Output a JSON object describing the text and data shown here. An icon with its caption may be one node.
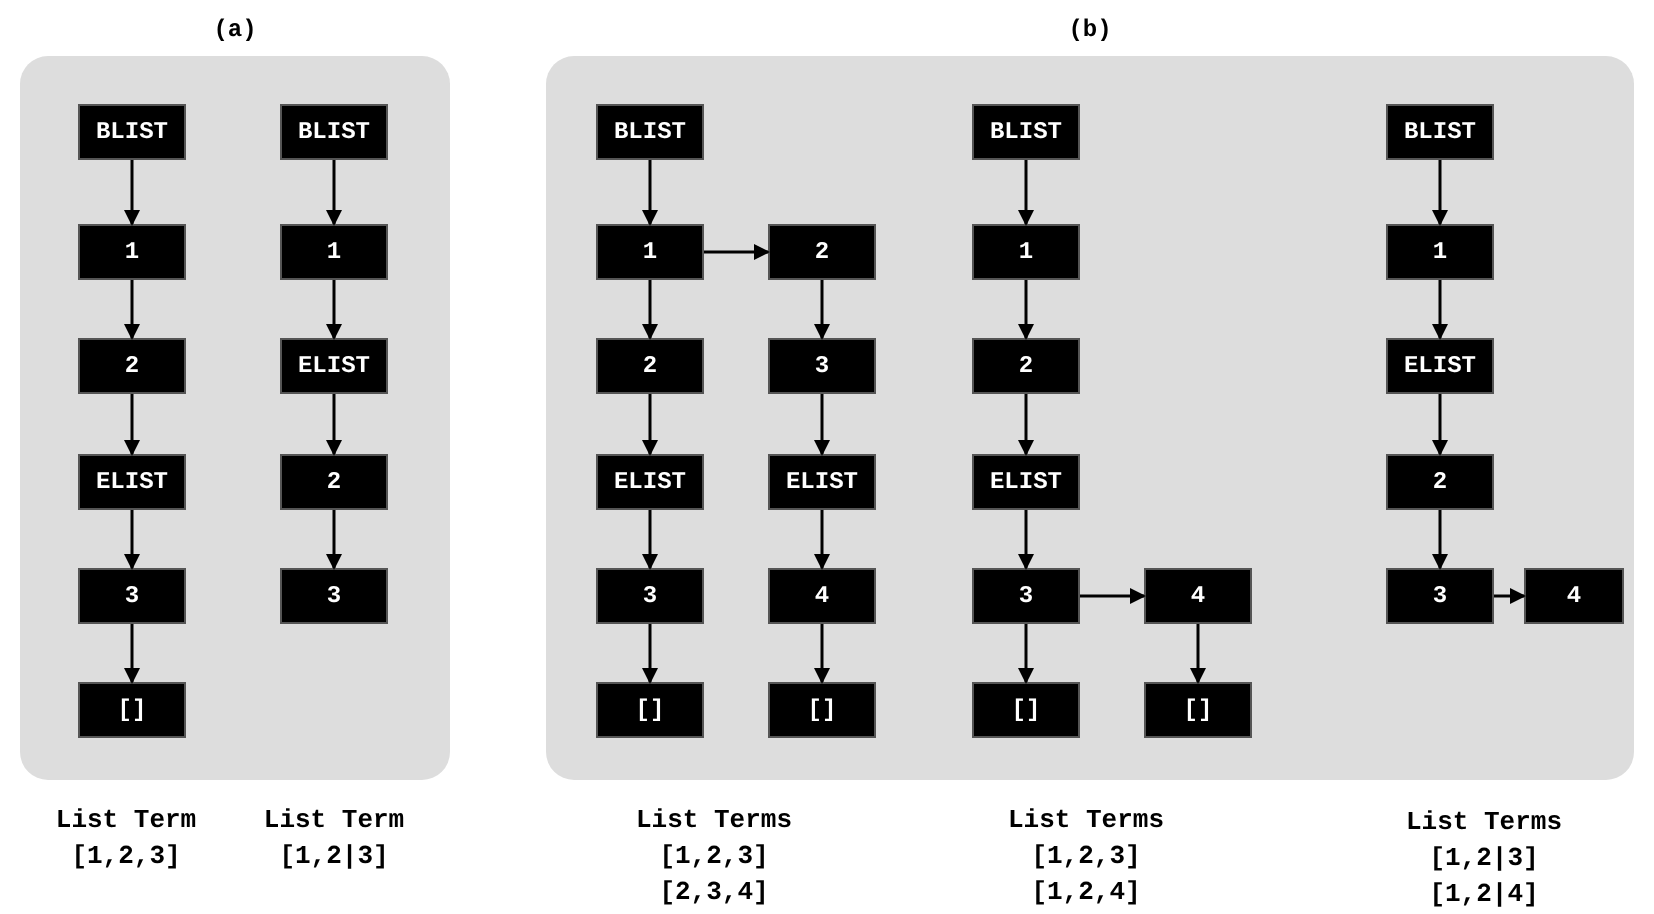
{
  "diagram": {
    "nodes": [
      {
        "text": [
          "(a)"
        ]
      },
      {
        "text": [
          "(b)"
        ]
      },
      {
        "text": [
          "BLIST"
        ],
        "in": 0
      },
      {
        "text": [
          "1"
        ],
        "in": 0
      },
      {
        "text": [
          "2"
        ],
        "in": 0
      },
      {
        "text": [
          "ELIST"
        ],
        "in": 0
      },
      {
        "text": [
          "3"
        ],
        "in": 0
      },
      {
        "text": [
          "[]"
        ],
        "in": 0
      },
      {
        "text": [
          "BLIST"
        ],
        "in": 0
      },
      {
        "text": [
          "1"
        ],
        "in": 0
      },
      {
        "text": [
          "ELIST"
        ],
        "in": 0
      },
      {
        "text": [
          "2"
        ],
        "in": 0
      },
      {
        "text": [
          "3"
        ],
        "in": 0
      },
      {
        "text": [
          "BLIST"
        ],
        "in": 1
      },
      {
        "text": [
          "1"
        ],
        "in": 1
      },
      {
        "text": [
          "2"
        ],
        "in": 1
      },
      {
        "text": [
          "ELIST"
        ],
        "in": 1
      },
      {
        "text": [
          "3"
        ],
        "in": 1
      },
      {
        "text": [
          "[]"
        ],
        "in": 1
      },
      {
        "text": [
          "2"
        ],
        "in": 1
      },
      {
        "text": [
          "3"
        ],
        "in": 1
      },
      {
        "text": [
          "ELIST"
        ],
        "in": 1
      },
      {
        "text": [
          "4"
        ],
        "in": 1
      },
      {
        "text": [
          "[]"
        ],
        "in": 1
      },
      {
        "text": [
          "BLIST"
        ],
        "in": 1
      },
      {
        "text": [
          "1"
        ],
        "in": 1
      },
      {
        "text": [
          "2"
        ],
        "in": 1
      },
      {
        "text": [
          "ELIST"
        ],
        "in": 1
      },
      {
        "text": [
          "3"
        ],
        "in": 1
      },
      {
        "text": [
          "[]"
        ],
        "in": 1
      },
      {
        "text": [
          "4"
        ],
        "in": 1
      },
      {
        "text": [
          "[]"
        ],
        "in": 1
      },
      {
        "text": [
          "BLIST"
        ],
        "in": 1
      },
      {
        "text": [
          "1"
        ],
        "in": 1
      },
      {
        "text": [
          "ELIST"
        ],
        "in": 1
      },
      {
        "text": [
          "2"
        ],
        "in": 1
      },
      {
        "text": [
          "3"
        ],
        "in": 1
      },
      {
        "text": [
          "4"
        ],
        "in": 1
      }
    ],
    "edges": [
      {
        "from": 2,
        "to": 3,
        "arrow": "to"
      },
      {
        "from": 3,
        "to": 4,
        "arrow": "to"
      },
      {
        "from": 4,
        "to": 5,
        "arrow": "to"
      },
      {
        "from": 5,
        "to": 6,
        "arrow": "to"
      },
      {
        "from": 6,
        "to": 7,
        "arrow": "to"
      },
      {
        "from": 8,
        "to": 9,
        "arrow": "to"
      },
      {
        "from": 9,
        "to": 10,
        "arrow": "to"
      },
      {
        "from": 10,
        "to": 11,
        "arrow": "to"
      },
      {
        "from": 11,
        "to": 12,
        "arrow": "to"
      },
      {
        "from": 13,
        "to": 14,
        "arrow": "to"
      },
      {
        "from": 14,
        "to": 15,
        "arrow": "to"
      },
      {
        "from": 15,
        "to": 16,
        "arrow": "to"
      },
      {
        "from": 16,
        "to": 17,
        "arrow": "to"
      },
      {
        "from": 17,
        "to": 18,
        "arrow": "to"
      },
      {
        "from": 14,
        "to": 19,
        "arrow": "to"
      },
      {
        "from": 19,
        "to": 20,
        "arrow": "to"
      },
      {
        "from": 20,
        "to": 21,
        "arrow": "to"
      },
      {
        "from": 21,
        "to": 22,
        "arrow": "to"
      },
      {
        "from": 22,
        "to": 23,
        "arrow": "to"
      },
      {
        "from": 24,
        "to": 25,
        "arrow": "to"
      },
      {
        "from": 25,
        "to": 26,
        "arrow": "to"
      },
      {
        "from": 26,
        "to": 27,
        "arrow": "to"
      },
      {
        "from": 27,
        "to": 28,
        "arrow": "to"
      },
      {
        "from": 28,
        "to": 29,
        "arrow": "to"
      },
      {
        "from": 28,
        "to": 30,
        "arrow": "to"
      },
      {
        "from": 30,
        "to": 31,
        "arrow": "to"
      },
      {
        "from": 32,
        "to": 33,
        "arrow": "to"
      },
      {
        "from": 33,
        "to": 34,
        "arrow": "to"
      },
      {
        "from": 34,
        "to": 35,
        "arrow": "to"
      },
      {
        "from": 35,
        "to": 36,
        "arrow": "to"
      },
      {
        "from": 36,
        "to": 37,
        "arrow": "to"
      }
    ],
    "labels": [
      "List Term",
      "List Term",
      "List Terms",
      "List Terms",
      "List Terms",
      "[1,2,3]",
      "[1,2|3]",
      "[1,2,3]",
      "[1,2,3]",
      "[1,2|3]",
      "[2,3,4]",
      "[1,2,4]",
      "[1,2|4]"
    ]
  }
}
